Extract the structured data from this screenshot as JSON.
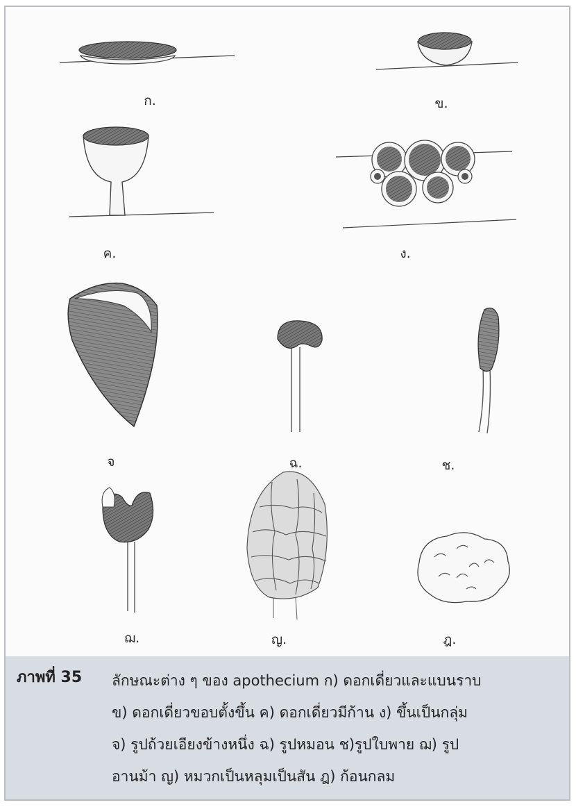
{
  "figure": {
    "labels": {
      "a": "ก.",
      "b": "ข.",
      "c": "ค.",
      "d": "ง.",
      "e": "จ",
      "f": "ฉ.",
      "g": "ช.",
      "h": "ฌ.",
      "i": "ญ.",
      "j": "ฎ."
    }
  },
  "caption": {
    "title": "ภาพที่ 35",
    "lines": [
      "ลักษณะต่าง ๆ ของ apothecium ก) ดอกเดี่ยวและแบนราบ",
      "ข) ดอกเดี่ยวขอบตั้งขึ้น ค) ดอกเดี่ยวมีก้าน ง) ขึ้นเป็นกลุ่ม",
      "จ)  รูปถ้วยเอียงข้างหนึ่ง ฉ) รูปหมอน ช)รูปใบพาย ฌ) รูป",
      "อานม้า ญ) หมวกเป็นหลุมเป็นสัน ฎ) ก้อนกลม"
    ]
  }
}
